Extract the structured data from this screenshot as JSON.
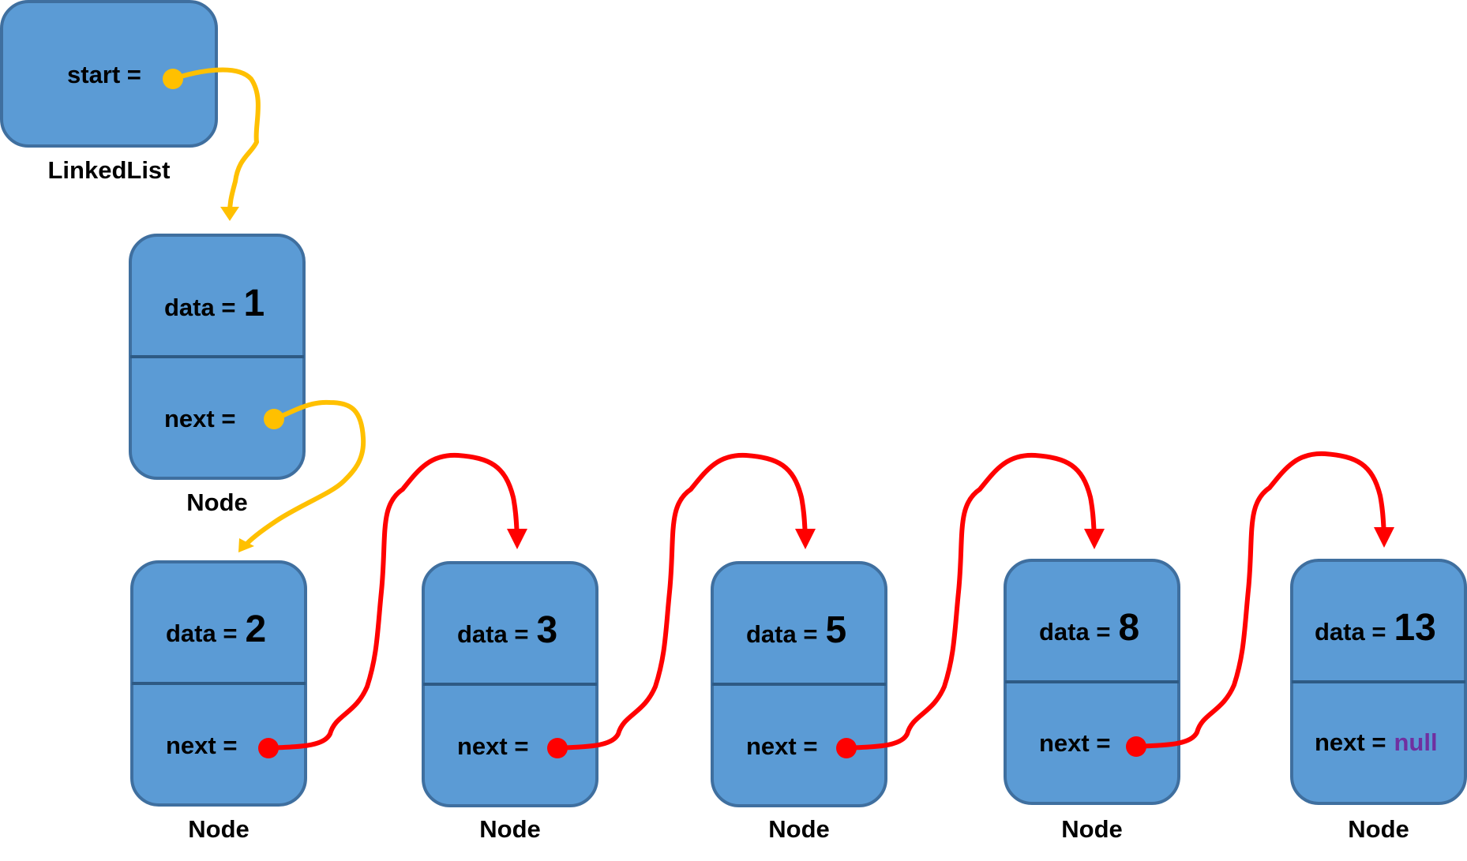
{
  "linked_list": {
    "field_label": "start =",
    "caption": "LinkedList"
  },
  "node_caption": "Node",
  "data_prefix": "data =",
  "next_label": "next =",
  "nodes": [
    {
      "data": "1",
      "next": ""
    },
    {
      "data": "2",
      "next": ""
    },
    {
      "data": "3",
      "next": ""
    },
    {
      "data": "5",
      "next": ""
    },
    {
      "data": "8",
      "next": ""
    },
    {
      "data": "13",
      "next": "null"
    }
  ],
  "colors": {
    "box_fill": "#5b9bd5",
    "box_stroke": "#3f6f9f",
    "start_pointer": "#ffc000",
    "next_pointer": "#ff0000",
    "null_text": "#7030a0"
  }
}
